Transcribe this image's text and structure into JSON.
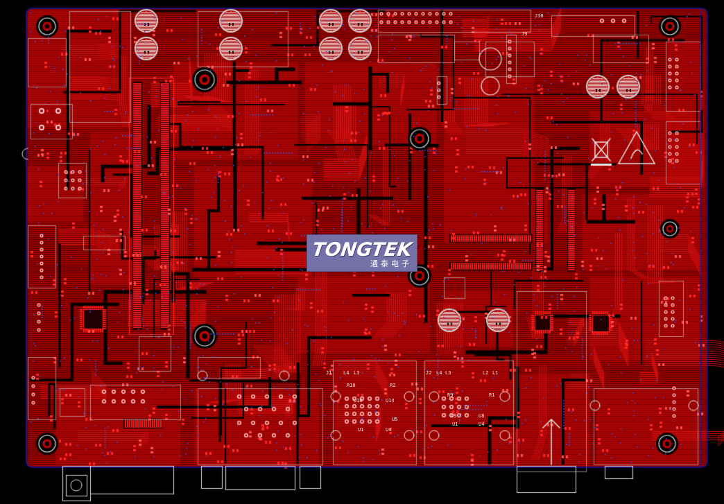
{
  "logo": {
    "text": "TONGTEK",
    "subtext": "通泰电子"
  },
  "silkscreen": [
    {
      "text": "J1"
    },
    {
      "text": "J2"
    },
    {
      "text": "L4"
    },
    {
      "text": "L3"
    },
    {
      "text": "R10"
    },
    {
      "text": "R2"
    },
    {
      "text": "U18"
    },
    {
      "text": "U14"
    },
    {
      "text": "U5"
    },
    {
      "text": "U1"
    },
    {
      "text": "U4"
    },
    {
      "text": "L4"
    },
    {
      "text": "L3"
    },
    {
      "text": "L2"
    },
    {
      "text": "L1"
    },
    {
      "text": "R9"
    },
    {
      "text": "R1"
    },
    {
      "text": "U9"
    },
    {
      "text": "U8"
    },
    {
      "text": "U1"
    },
    {
      "text": "U4"
    },
    {
      "text": "J30"
    },
    {
      "text": "J9"
    }
  ],
  "colors": {
    "background": "#000000",
    "copper": "#b80000",
    "copper_dark": "#6a0000",
    "copper_bright": "#ff1a1a",
    "trace": "#d01010",
    "via": "#3a5cff",
    "silk": "#e0e0e0",
    "outline": "#1a1aa0"
  }
}
